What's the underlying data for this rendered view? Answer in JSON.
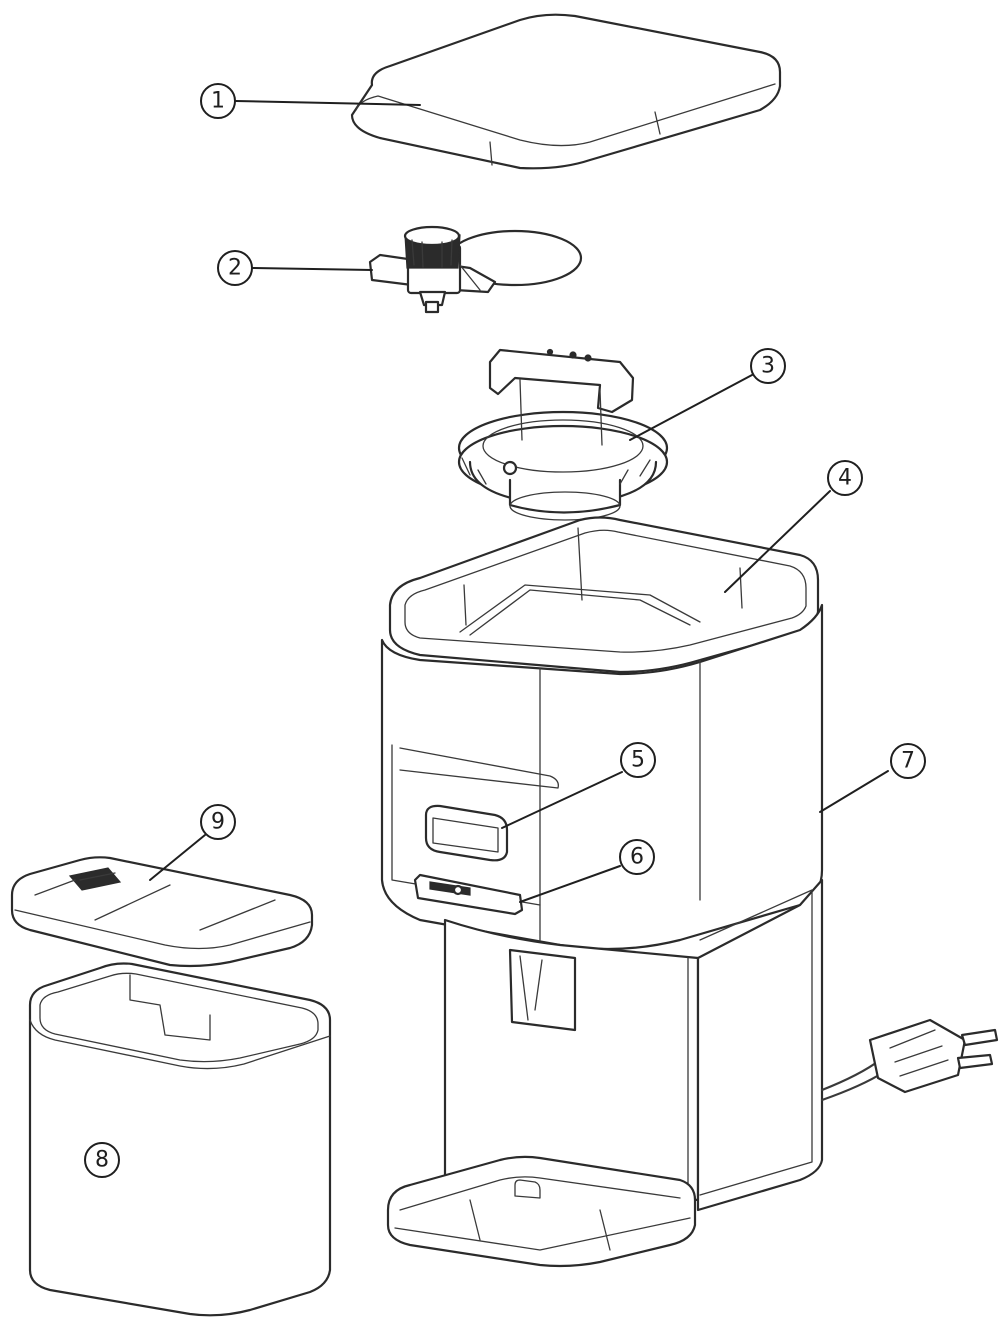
{
  "callouts": [
    {
      "id": "1",
      "part": "lid"
    },
    {
      "id": "2",
      "part": "upper-burr-assembly"
    },
    {
      "id": "3",
      "part": "grind-adjustment-ring"
    },
    {
      "id": "4",
      "part": "bean-hopper"
    },
    {
      "id": "5",
      "part": "display-panel"
    },
    {
      "id": "6",
      "part": "control-slider"
    },
    {
      "id": "7",
      "part": "housing"
    },
    {
      "id": "8",
      "part": "grounds-container"
    },
    {
      "id": "9",
      "part": "grounds-container-lid"
    }
  ],
  "colors": {
    "line": "#2b2b2b",
    "fill": "#ffffff",
    "background": "#ffffff"
  }
}
